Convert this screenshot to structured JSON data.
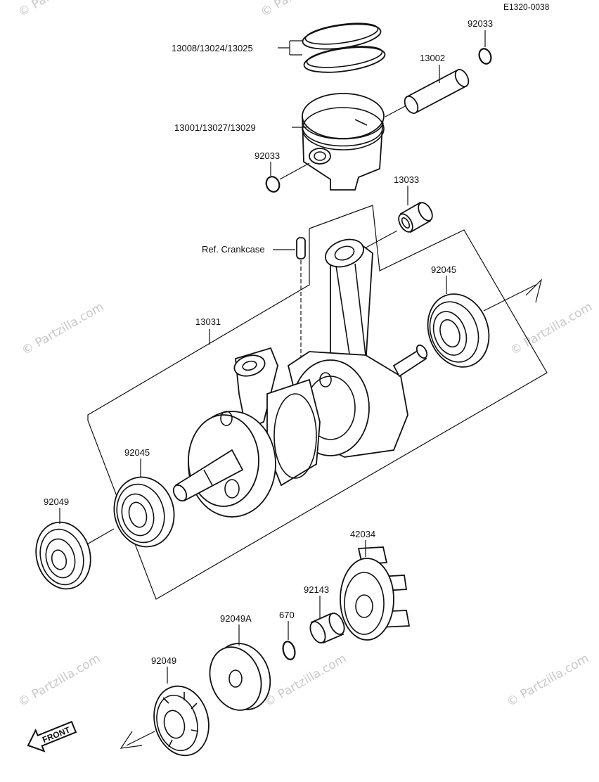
{
  "diagram_id": "E1320-0038",
  "parts": {
    "ring_set": "13008/13024/13025",
    "circlip_top": "92033",
    "piston_pin": "13002",
    "piston": "13001/13027/13029",
    "circlip_left": "92033",
    "needle_bearing": "13033",
    "ref_crankcase": "Ref. Crankcase",
    "crankshaft": "13031",
    "bearing_right": "92045",
    "bearing_left": "92045",
    "oil_seal_left": "92049",
    "rotor": "42034",
    "collar": "92143",
    "ring_670": "670",
    "spacer": "92049A",
    "oil_seal_bottom": "92049"
  },
  "front_badge": "FRONT",
  "watermark": "© Partzilla.com",
  "colors": {
    "line": "#111111",
    "watermark": "#c8c8c8"
  }
}
